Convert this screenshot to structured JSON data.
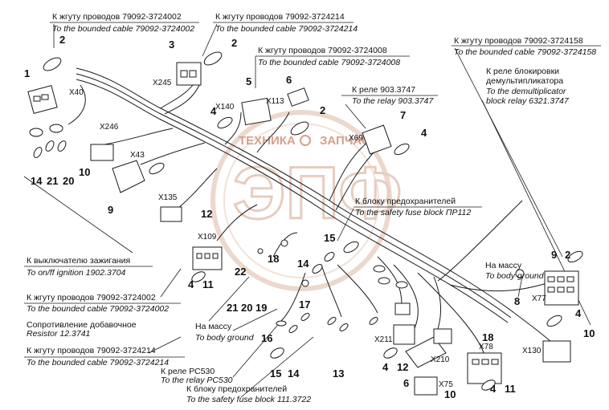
{
  "colors": {
    "line": "#1a1a1a",
    "watermark": "#d7a08a",
    "watermark_light": "#e7cdbf",
    "background": "#ffffff"
  },
  "captions": {
    "c1_ru": "К жгуту проводов 79092-3724002",
    "c1_en": "To the bounded cable 79092-3724002",
    "c2_ru": "К жгуту проводов 79092-3724214",
    "c2_en": "To the bounded cable 79092-3724214",
    "c3_ru": "К жгуту проводов 79092-3724008",
    "c3_en": "To the bounded cable 79092-3724008",
    "c4_ru": "К жгуту проводов 79092-3724158",
    "c4_en": "To the bounded cable 79092-3724158",
    "c5_ru1": "К реле блокировки",
    "c5_ru2": "демультипликатора",
    "c5_en1": "To the demultiplicator",
    "c5_en2": "block relay 6321.3747",
    "c6_ru": "К реле 903.3747",
    "c6_en": "To the relay 903.3747",
    "c7_ru": "К блоку предохранителей",
    "c7_en": "To the safety fuse block ПР112",
    "c8_ru": "К выключателю зажигания",
    "c8_en": "To on/ff ignition 1902.3704",
    "c9_ru": "К жгуту проводов 79092-3724002",
    "c9_en": "To the bounded cable 79092-3724002",
    "c10_ru": "Сопротивление добавочное",
    "c10_en": "Resistor 12.3741",
    "c11_ru": "К жгуту проводов 79092-3724214",
    "c11_en": "To the bounded cable 79092-3724214",
    "c12_ru": "На массу",
    "c12_en": "To body ground",
    "c13_ru": "На массу",
    "c13_en": "To body ground",
    "c14_ru": "К реле РС530",
    "c14_en": "To the relay РС530",
    "c15_ru": "К блоку предохранителей",
    "c15_en": "To the safety fuse block 111.3722"
  },
  "connectors": {
    "x40": "X40",
    "x245": "X245",
    "x246": "X246",
    "x43": "X43",
    "x135": "X135",
    "x140": "X140",
    "x113": "X113",
    "x69": "X69",
    "x109": "X109",
    "x77": "X77",
    "x130": "X130",
    "x211": "X211",
    "x210": "X210",
    "x78": "X78",
    "x75": "X75"
  },
  "numbers": {
    "n1": "1",
    "n2a": "2",
    "n3": "3",
    "n2b": "2",
    "n5": "5",
    "n6": "6",
    "n2c": "2",
    "n7": "7",
    "n4a": "4",
    "n4b": "4",
    "n10a": "10",
    "n14a": "14",
    "n21a": "21",
    "n20a": "20",
    "n9a": "9",
    "n12a": "12",
    "n4c": "4",
    "n11a": "11",
    "n22": "22",
    "n18": "18",
    "n14b": "14",
    "n15a": "15",
    "n21b": "21",
    "n20b": "20",
    "n19": "19",
    "n17": "17",
    "n16": "16",
    "n14c": "14",
    "n15b": "15",
    "n13": "13",
    "n8": "8",
    "n9b": "9",
    "n2d": "2",
    "n4d": "4",
    "n10b": "10",
    "n4e": "4",
    "n12b": "12",
    "n6b": "6",
    "n18b": "18",
    "n4f": "4",
    "n11b": "11",
    "n10c": "10"
  },
  "watermark": {
    "line1": "ТЕХНИКА",
    "line2": "ЗАПЧАСТИ",
    "logo": "ЭПФ"
  }
}
